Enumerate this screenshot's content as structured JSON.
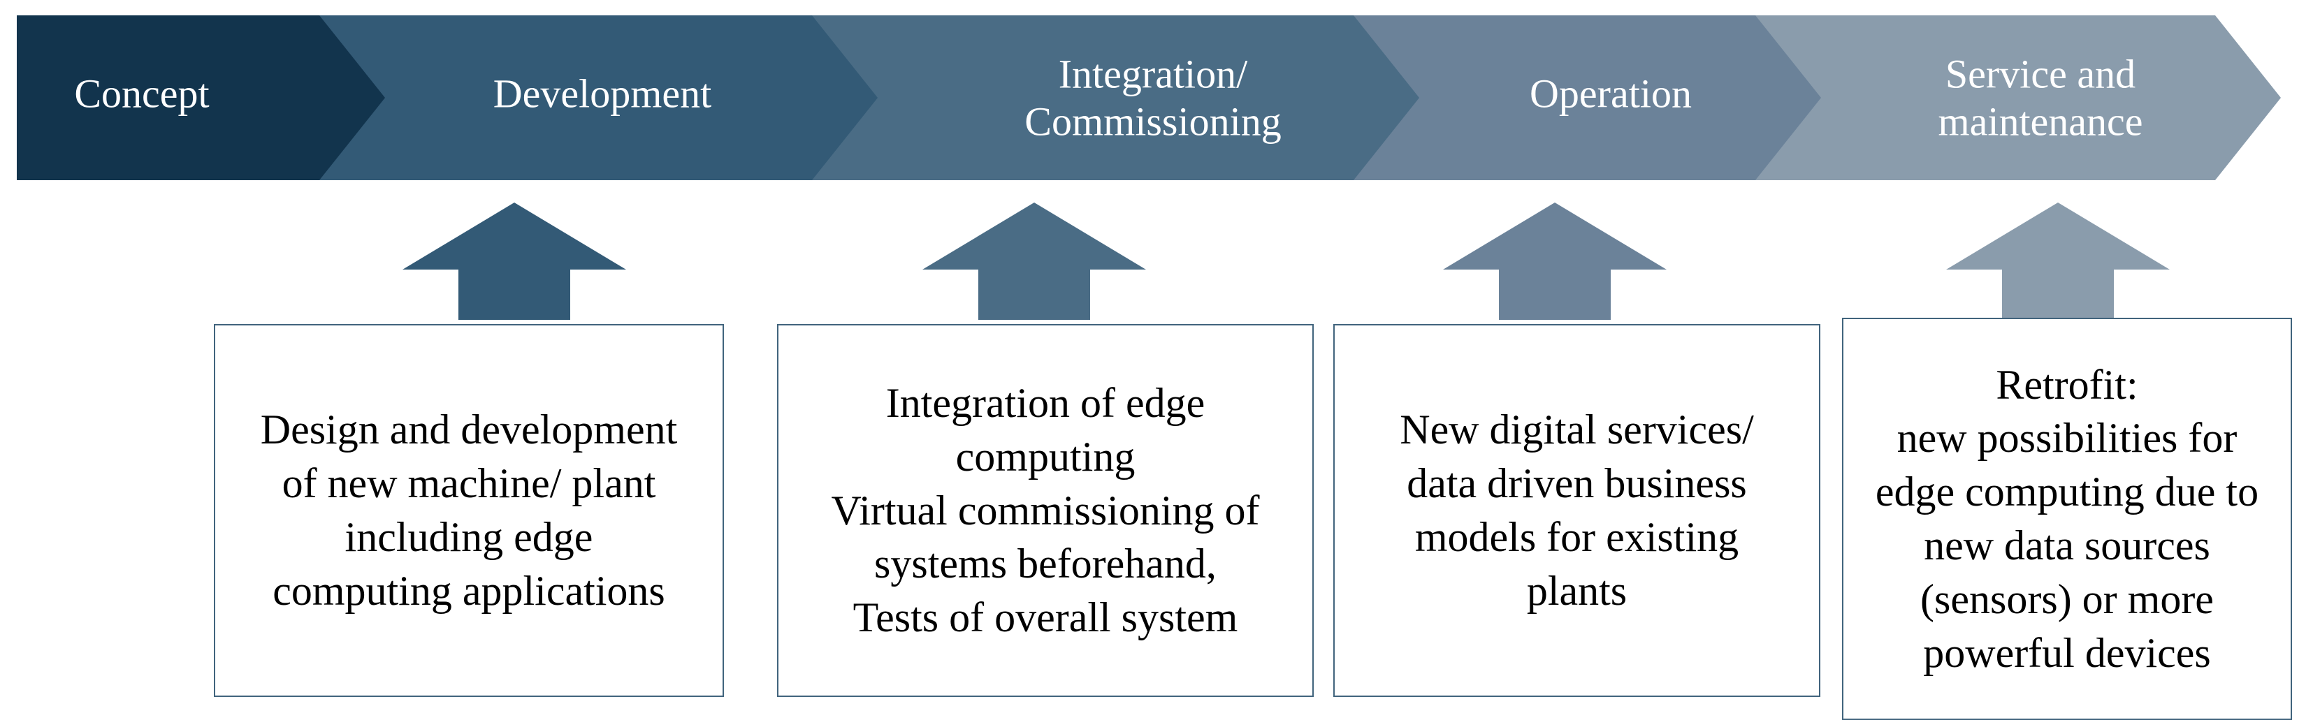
{
  "diagram": {
    "title": "Edge computing across machine/plant lifecycle phases",
    "type": "process-chevron-with-callouts"
  },
  "colors": {
    "stage_1": "#12344d",
    "stage_2": "#335a76",
    "stage_3": "#4a6c85",
    "stage_4": "#6b8299",
    "stage_5": "#8a9cac",
    "chevron_separator": "#ffffff",
    "box_border": "#41647d",
    "box_background": "#ffffff",
    "text_on_chevron": "#ffffff",
    "text_in_box": "#000000",
    "page_background": "#ffffff"
  },
  "banner": {
    "stages": [
      {
        "id": "concept",
        "label": "Concept",
        "color": "#12344d"
      },
      {
        "id": "development",
        "label": "Development",
        "color": "#335a76"
      },
      {
        "id": "integration",
        "label": "Integration/\nCommissioning",
        "color": "#4a6c85"
      },
      {
        "id": "operation",
        "label": "Operation",
        "color": "#6b8299"
      },
      {
        "id": "service-maintenance",
        "label": "Service and\nmaintenance",
        "color": "#8a9cac"
      }
    ]
  },
  "arrows": [
    {
      "id": "arrow-to-development",
      "points_to": "development",
      "color": "#335a76"
    },
    {
      "id": "arrow-to-integration",
      "points_to": "integration",
      "color": "#4a6c85"
    },
    {
      "id": "arrow-to-operation",
      "points_to": "operation",
      "color": "#6b8299"
    },
    {
      "id": "arrow-to-service-maintenance",
      "points_to": "service-maintenance",
      "color": "#8a9cac"
    }
  ],
  "callouts": [
    {
      "id": "callout-development",
      "stage": "development",
      "text": "Design and development\nof new machine/ plant\nincluding edge\ncomputing applications"
    },
    {
      "id": "callout-integration",
      "stage": "integration",
      "text": "Integration of edge\ncomputing\nVirtual commissioning of\nsystems beforehand,\nTests of overall system"
    },
    {
      "id": "callout-operation",
      "stage": "operation",
      "text": "New digital services/\ndata driven business\nmodels for existing\nplants"
    },
    {
      "id": "callout-service-maintenance",
      "stage": "service-maintenance",
      "text": "Retrofit:\nnew possibilities for\nedge computing due to\nnew data sources\n(sensors) or more\npowerful devices"
    }
  ]
}
